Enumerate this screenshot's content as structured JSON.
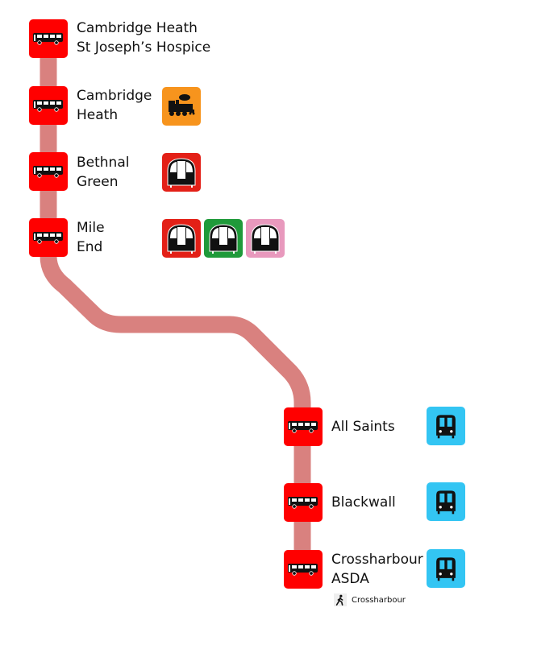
{
  "route": {
    "color": "#d9817f"
  },
  "stops": [
    {
      "name_line1": "Cambridge Heath",
      "name_line2": "St Joseph’s Hospice",
      "stop_icon": "bus-icon",
      "connections": []
    },
    {
      "name_line1": "Cambridge",
      "name_line2": "Heath",
      "stop_icon": "bus-icon",
      "connections": [
        {
          "mode": "national-rail-icon",
          "color": "#f7941d"
        }
      ]
    },
    {
      "name_line1": "Bethnal",
      "name_line2": "Green",
      "stop_icon": "bus-icon",
      "connections": [
        {
          "mode": "underground-icon",
          "color": "#e32017"
        }
      ]
    },
    {
      "name_line1": "Mile",
      "name_line2": "End",
      "stop_icon": "bus-icon",
      "connections": [
        {
          "mode": "underground-icon",
          "color": "#e32017"
        },
        {
          "mode": "underground-icon",
          "color": "#1f9a3a"
        },
        {
          "mode": "underground-icon",
          "color": "#e899bd"
        }
      ]
    },
    {
      "name_line1": "All Saints",
      "name_line2": "",
      "stop_icon": "bus-icon",
      "connections": [
        {
          "mode": "dlr-icon",
          "color": "#33c5f3"
        }
      ]
    },
    {
      "name_line1": "Blackwall",
      "name_line2": "",
      "stop_icon": "bus-icon",
      "connections": [
        {
          "mode": "dlr-icon",
          "color": "#33c5f3"
        }
      ]
    },
    {
      "name_line1": "Crossharbour",
      "name_line2": "ASDA",
      "stop_icon": "bus-icon",
      "connections": [
        {
          "mode": "dlr-icon",
          "color": "#33c5f3"
        }
      ],
      "walk": {
        "icon": "walking-person-icon",
        "label": "Crossharbour"
      }
    }
  ]
}
